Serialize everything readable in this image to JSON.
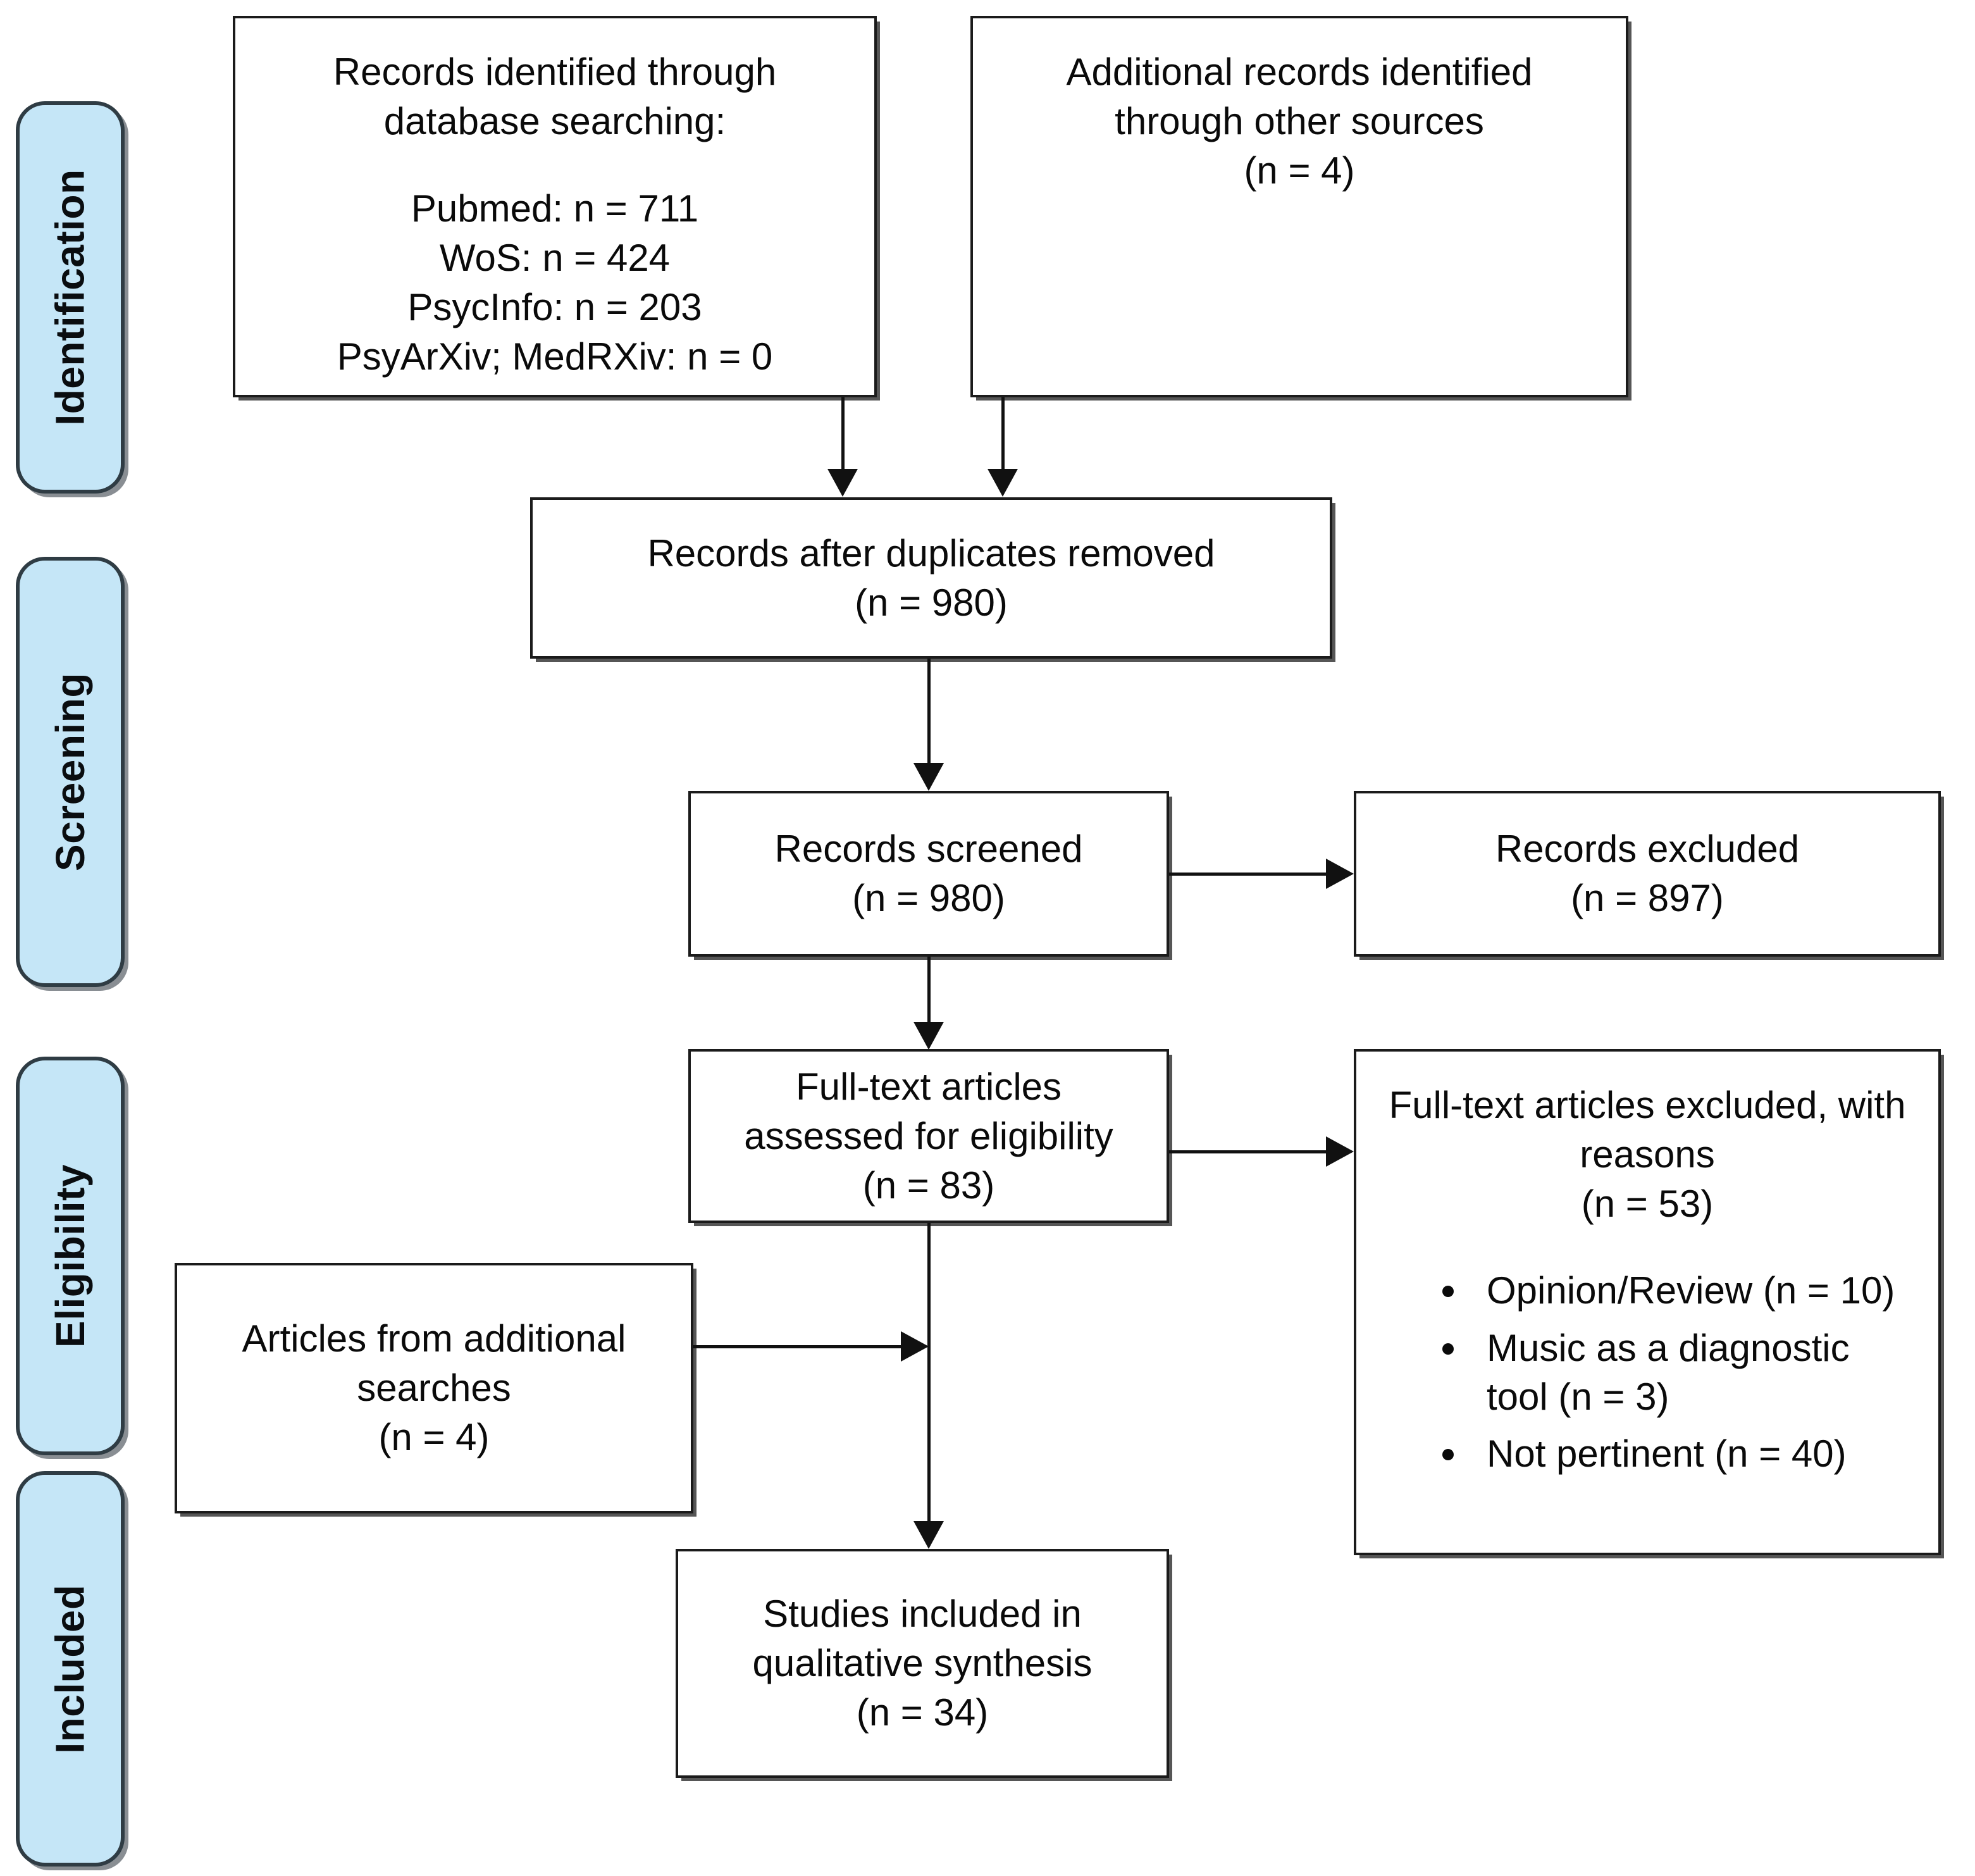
{
  "diagram": {
    "type": "prisma-flow-diagram",
    "accent_color": "#c5e6f7",
    "border_color": "#1b1b1b",
    "pill_border_color": "#2f3c44",
    "background": "#ffffff"
  },
  "phases": [
    {
      "id": "identification",
      "label": "Identification"
    },
    {
      "id": "screening",
      "label": "Screening"
    },
    {
      "id": "eligibility",
      "label": "Eligibility"
    },
    {
      "id": "included",
      "label": "Included"
    }
  ],
  "boxes": {
    "database_search": {
      "heading_line1": "Records identified through",
      "heading_line2": "database searching:",
      "sources": [
        "Pubmed: n = 711",
        "WoS: n = 424",
        "PsycInfo: n = 203",
        "PsyArXiv; MedRXiv: n = 0"
      ]
    },
    "other_sources": {
      "line1": "Additional records identified",
      "line2": "through other sources",
      "count": "(n = 4)"
    },
    "after_duplicates": {
      "line1": "Records after duplicates removed",
      "count": "(n = 980)"
    },
    "records_screened": {
      "line1": "Records screened",
      "count": "(n = 980)"
    },
    "records_excluded": {
      "line1": "Records excluded",
      "count": "(n = 897)"
    },
    "fulltext_assessed": {
      "line1": "Full-text articles",
      "line2": "assessed for eligibility",
      "count": "(n = 83)"
    },
    "fulltext_excluded": {
      "line1": "Full-text articles excluded, with",
      "line2": "reasons",
      "count": "(n = 53)",
      "reasons": [
        "Opinion/Review (n = 10)",
        "Music as a diagnostic tool (n = 3)",
        "Not pertinent (n = 40)"
      ]
    },
    "additional_searches": {
      "line1": "Articles from additional",
      "line2": "searches",
      "count": "(n = 4)"
    },
    "studies_included": {
      "line1": "Studies included in",
      "line2": "qualitative synthesis",
      "count": "(n = 34)"
    }
  }
}
